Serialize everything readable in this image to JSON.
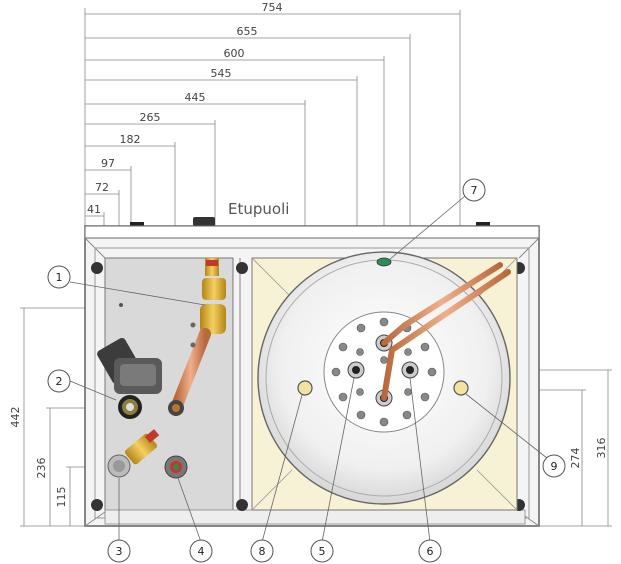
{
  "drawing": {
    "title": "Etupuoli",
    "horizontal_dimensions": [
      "754",
      "655",
      "600",
      "545",
      "445",
      "265",
      "182",
      "97",
      "72",
      "41"
    ],
    "left_dimensions": [
      "442",
      "236",
      "115"
    ],
    "right_dimensions": [
      "274",
      "316"
    ],
    "callouts": [
      "1",
      "2",
      "3",
      "4",
      "5",
      "6",
      "7",
      "8",
      "9"
    ]
  },
  "colors": {
    "line": "#555555",
    "panel_fill": "#d8d8d8",
    "tank_panel_fill": "#f6f2dc",
    "copper": "#d68a5c",
    "brass": "#d8a62c",
    "dark_part": "#3a3a3a"
  }
}
